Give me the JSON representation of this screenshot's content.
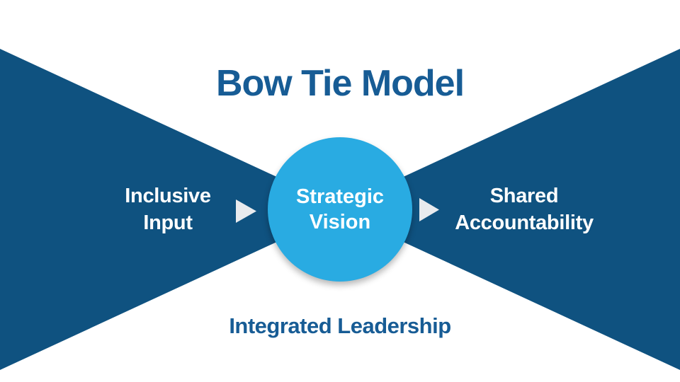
{
  "slide": {
    "title": "Bow Tie Model",
    "bowtie": {
      "left_label": [
        "Inclusive",
        "Input"
      ],
      "left_arrow_icon": "right-arrow",
      "center_label": [
        "Strategic",
        "Vision"
      ],
      "right_arrow_icon": "right-arrow",
      "right_label": [
        "Shared",
        "Accountability"
      ],
      "bottom_label": "Integrated Leadership"
    },
    "colors": {
      "triangle_navy": "#0F5280",
      "heading_blue": "#175C95",
      "circle_blue": "#29ABE2",
      "arrow_gray": "#E9EBEE",
      "label_white": "#FFFFFF"
    }
  }
}
